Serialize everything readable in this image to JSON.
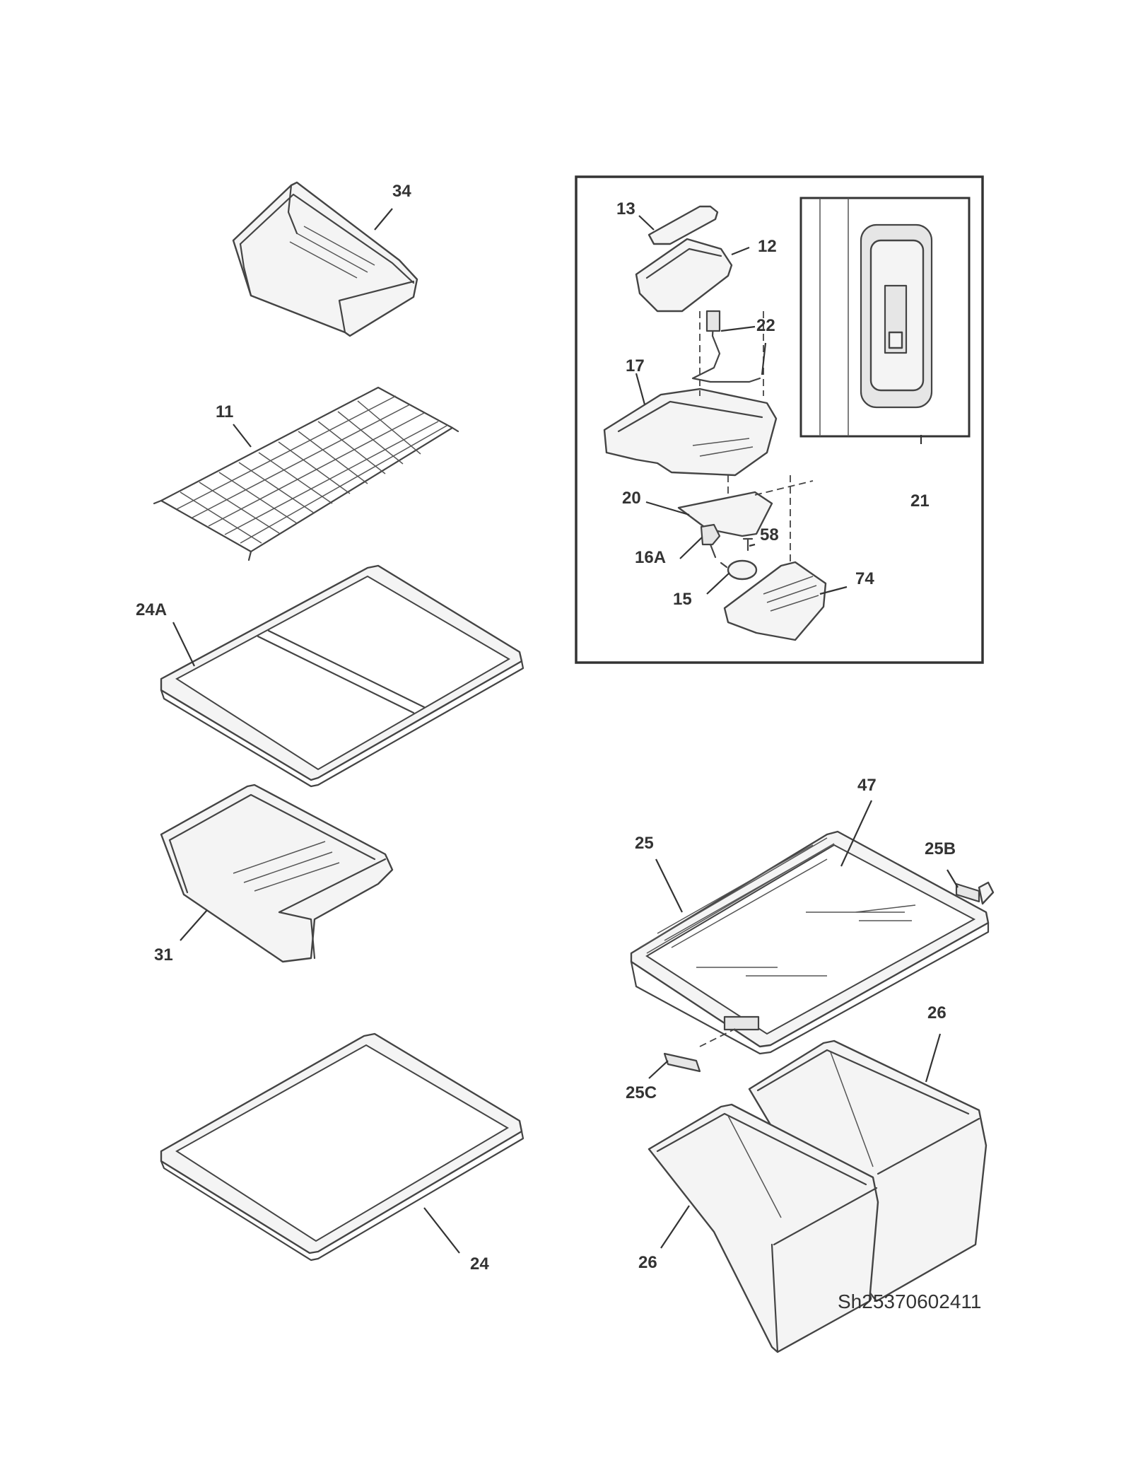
{
  "diagram": {
    "labels": {
      "p34": "34",
      "p11": "11",
      "p24A": "24A",
      "p31": "31",
      "p24": "24",
      "p13": "13",
      "p12": "12",
      "p22": "22",
      "p17": "17",
      "p21": "21",
      "p20": "20",
      "p58": "58",
      "p16A": "16A",
      "p74": "74",
      "p15": "15",
      "p47": "47",
      "p25": "25",
      "p25B": "25B",
      "p25C": "25C",
      "p26a": "26",
      "p26b": "26"
    },
    "code": "Sh25370602411",
    "colors": {
      "line": "#444444",
      "fill": "#f4f4f4",
      "text": "#333333"
    }
  }
}
